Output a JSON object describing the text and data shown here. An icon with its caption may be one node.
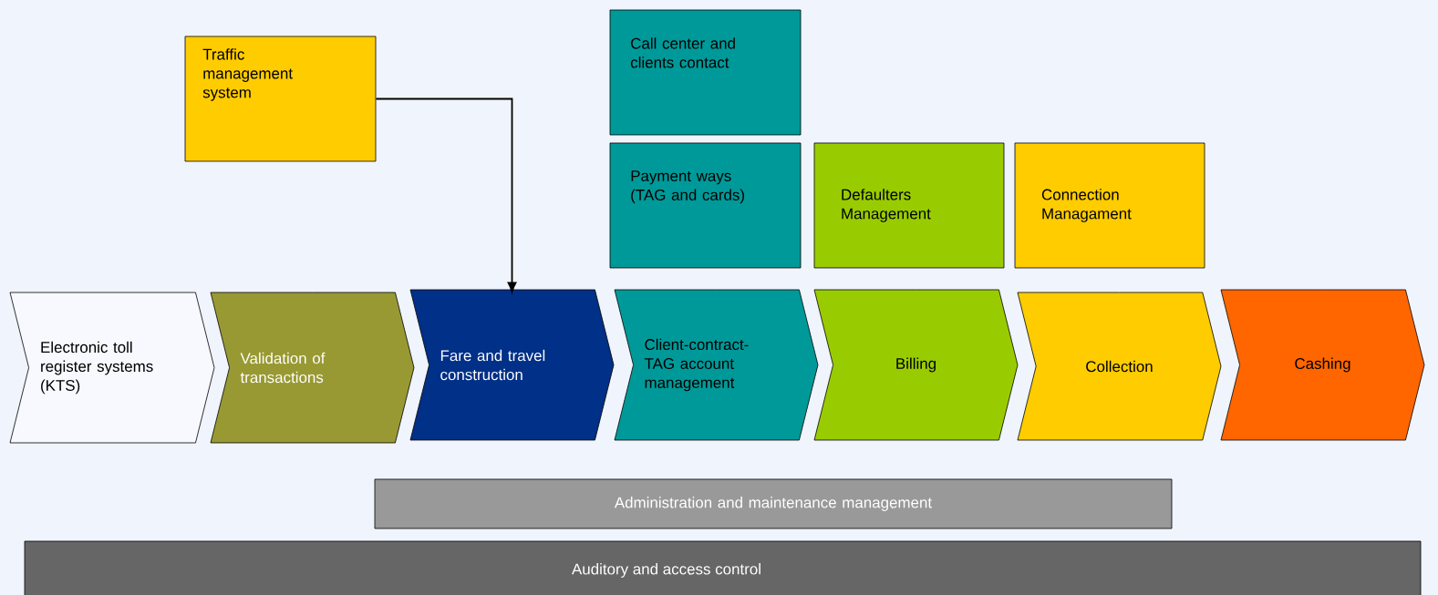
{
  "diagram": {
    "nodes": [
      {
        "text": [
          "Traffic management system"
        ]
      },
      {
        "text": [
          "Call center and clients contact"
        ]
      },
      {
        "text": [
          "Payment ways (TAG and cards)"
        ]
      },
      {
        "text": [
          "Defaulters Management"
        ]
      },
      {
        "text": [
          "Connection Managament"
        ]
      },
      {
        "text": [
          "Electronic toll register systems (KTS)"
        ]
      },
      {
        "text": [
          "Validation of transactions"
        ]
      },
      {
        "text": [
          "Fare and travel construction"
        ]
      },
      {
        "text": [
          "Client-contract-TAG account management"
        ]
      },
      {
        "text": [
          "Billing"
        ]
      },
      {
        "text": [
          "Collection"
        ]
      },
      {
        "text": [
          "Cashing"
        ]
      },
      {
        "text": [
          "Administration and maintenance management"
        ]
      },
      {
        "text": [
          "Auditory and access control"
        ]
      }
    ],
    "edges": [
      {
        "from": 0,
        "to": 7,
        "arrow": "to"
      }
    ]
  }
}
